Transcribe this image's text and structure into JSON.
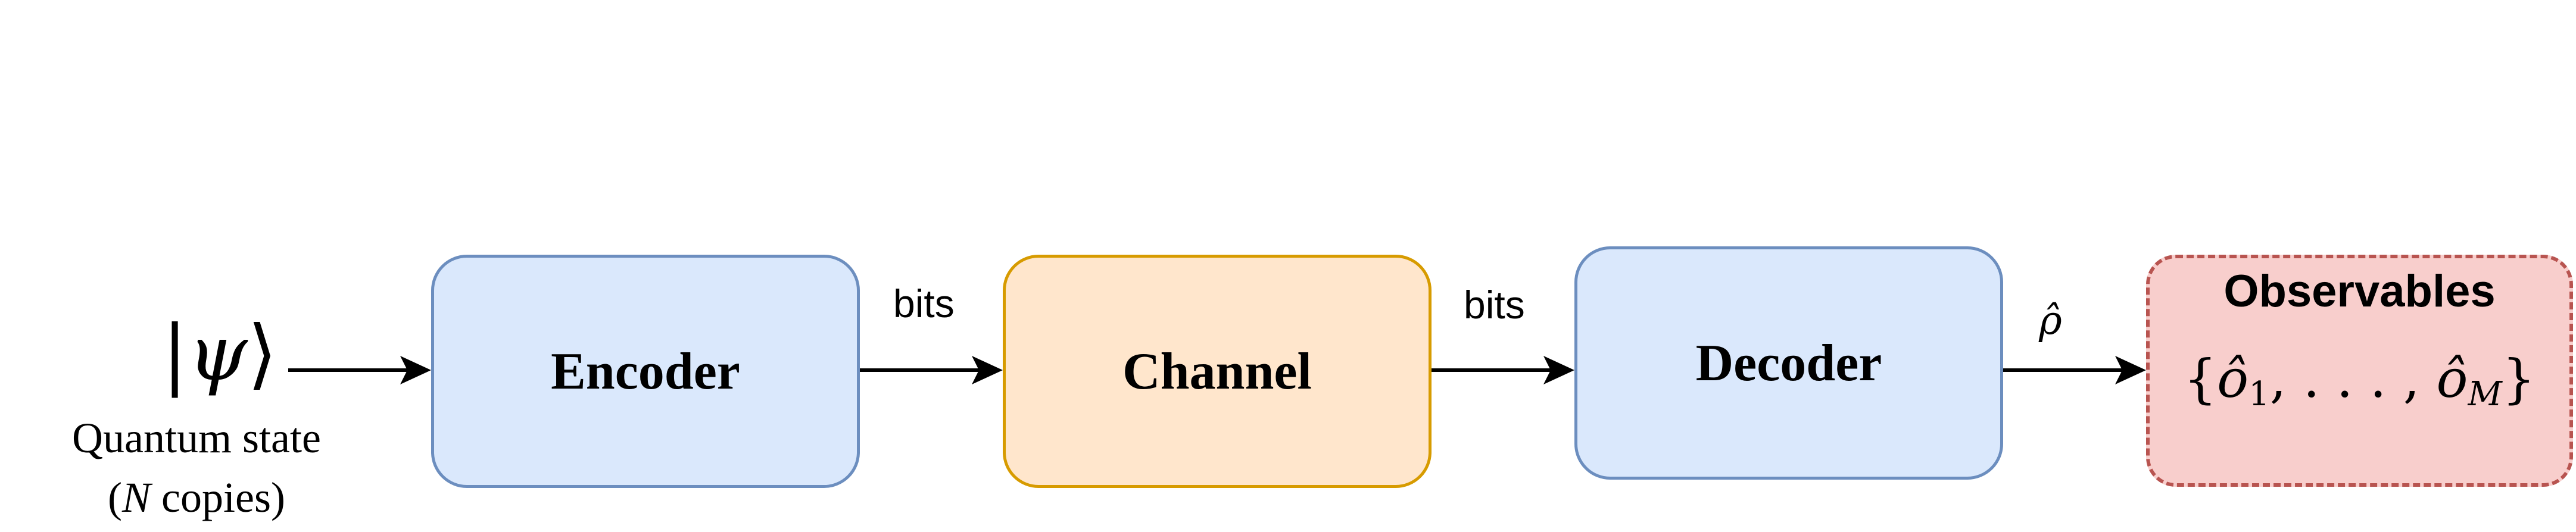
{
  "nodes": {
    "encoder": {
      "label": "Encoder",
      "fill": "#dae8fc",
      "stroke": "#6c8ebf"
    },
    "channel": {
      "label": "Channel",
      "fill": "#ffe6cc",
      "stroke": "#d79b00"
    },
    "decoder": {
      "label": "Decoder",
      "fill": "#dae8fc",
      "stroke": "#6c8ebf"
    },
    "observables": {
      "title": "Observables",
      "math": {
        "open": "{",
        "o1": "ô",
        "sub1": "1",
        "sep": ", . . . , ",
        "oM": "ô",
        "subM": "M",
        "close": "}"
      },
      "fill": "#f8cecc",
      "stroke": "#b85450"
    }
  },
  "input": {
    "ket": {
      "left": "|",
      "psi": "ψ",
      "right": "⟩"
    },
    "caption_line1": "Quantum state",
    "caption_open": "(",
    "caption_n": "N",
    "caption_rest": " copies)"
  },
  "edges": {
    "encoder_to_channel": "bits",
    "channel_to_decoder": "bits",
    "decoder_to_observables": "ρ̂"
  },
  "colors": {
    "arrow": "#000000"
  }
}
